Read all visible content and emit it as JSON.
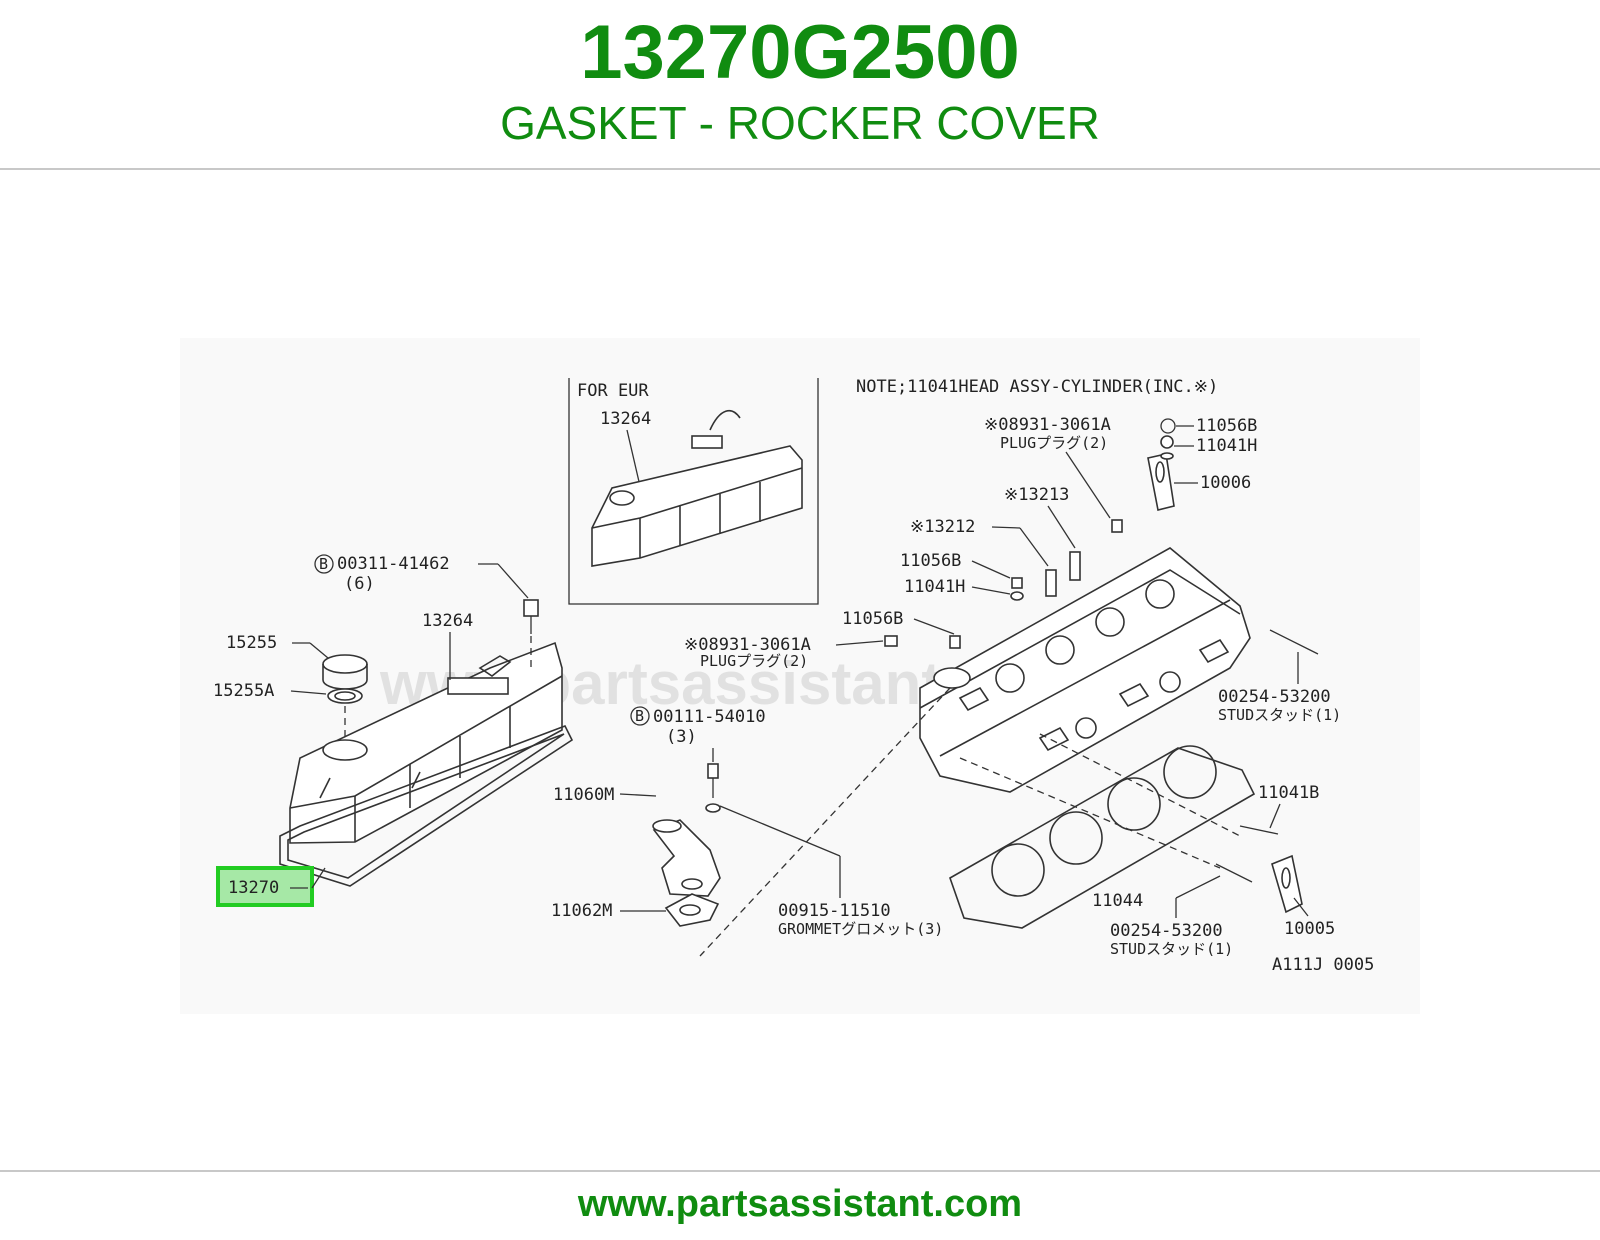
{
  "header": {
    "part_number": "13270G2500",
    "description": "GASKET - ROCKER COVER"
  },
  "footer": {
    "url": "www.partsassistant.com"
  },
  "diagram": {
    "watermark": "www.partsassistant.com",
    "inset": {
      "title": "FOR EUR",
      "part": "13264"
    },
    "note": "NOTE;11041HEAD ASSY-CYLINDER(INC.※)",
    "highlighted_callout": "13270",
    "callouts": {
      "c00311": "00311-41462",
      "c00311_qty": "(6)",
      "c13264": "13264",
      "c15255": "15255",
      "c15255a": "15255A",
      "c13270": "13270",
      "c00111": "00111-54010",
      "c00111_qty": "(3)",
      "c11060m": "11060M",
      "c11062m": "11062M",
      "c00915": "00915-11510",
      "c00915_desc": "GROMMETグロメット(3)",
      "c08931_top": "※08931-3061A",
      "c08931_top_desc": "PLUGプラグ(2)",
      "c08931_mid": "※08931-3061A",
      "c08931_mid_desc": "PLUGプラグ(2)",
      "c11056b_top": "11056B",
      "c11041h_top": "11041H",
      "c10006": "10006",
      "c13213": "※13213",
      "c13212": "※13212",
      "c11056b_mid": "11056B",
      "c11041h_mid": "11041H",
      "c11056b_low": "11056B",
      "c00254_top": "00254-53200",
      "c00254_top_desc": "STUDスタッド(1)",
      "c11041b": "11041B",
      "c11044": "11044",
      "c00254_bot": "00254-53200",
      "c00254_bot_desc": "STUDスタッド(1)",
      "c10005": "10005",
      "diagram_code": "A111J 0005"
    }
  },
  "colors": {
    "brand_green": "#108c10",
    "highlight_green": "#22cc22",
    "rule_gray": "#c8c8c8"
  }
}
